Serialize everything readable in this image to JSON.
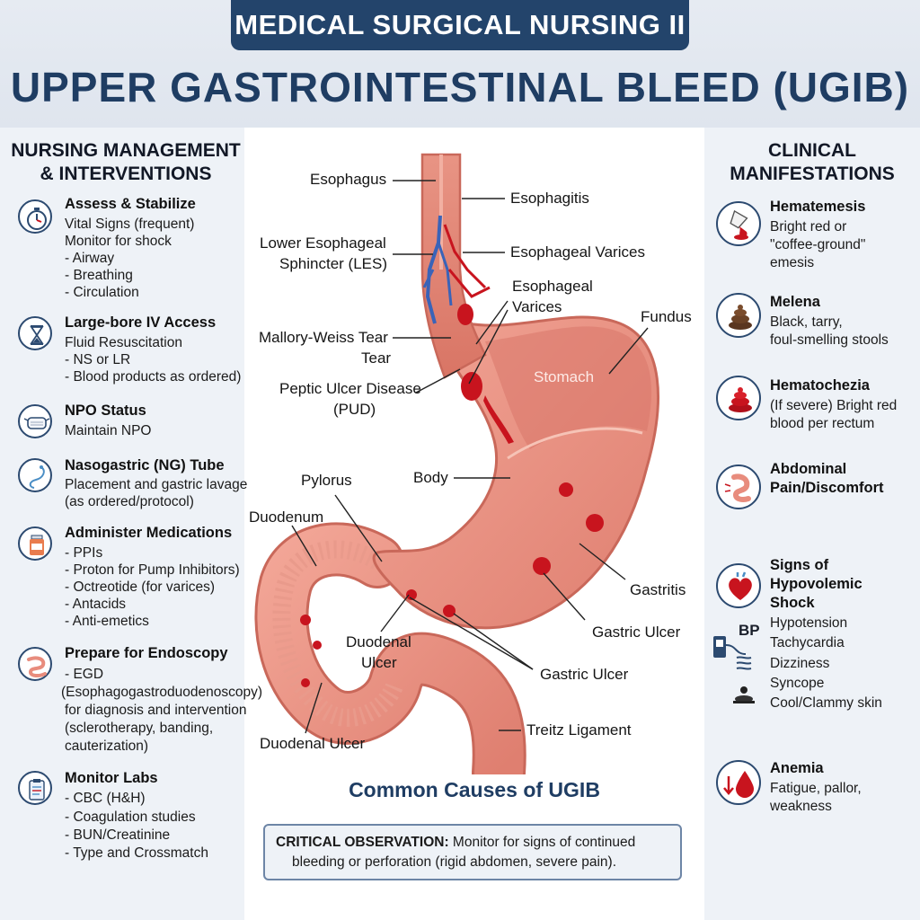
{
  "header": {
    "course": "MEDICAL SURGICAL NURSING II",
    "title": "UPPER GASTROINTESTINAL BLEED (UGIB)"
  },
  "left": {
    "heading_line1": "NURSING MANAGEMENT",
    "heading_line2": "& INTERVENTIONS",
    "items": [
      {
        "title": "Assess & Stabilize",
        "icon": "stopwatch-icon",
        "lines": [
          "Vital Signs (frequent)",
          "Monitor for shock",
          " - Airway",
          " - Breathing",
          " - Circulation"
        ]
      },
      {
        "title": "Large-bore IV Access",
        "icon": "hourglass-icon",
        "lines": [
          "Fluid Resuscitation",
          " - NS or LR",
          " - Blood products as ordered)"
        ]
      },
      {
        "title": "NPO Status",
        "icon": "mask-icon",
        "lines": [
          "Maintain NPO"
        ]
      },
      {
        "title": "Nasogastric (NG) Tube",
        "icon": "tube-icon",
        "lines": [
          "Placement and gastric lavage",
          "(as ordered/protocol)"
        ]
      },
      {
        "title": "Administer Medications",
        "icon": "medication-bottle-icon",
        "lines": [
          "- PPIs",
          "- Proton for Pump Inhibitors)",
          "- Octreotide (for varices)",
          "- Antacids",
          "- Anti-emetics"
        ]
      },
      {
        "title": "Prepare for Endoscopy",
        "icon": "intestine-icon",
        "lines": [
          "- EGD",
          "(Esophagogastroduodenoscopy)",
          "for diagnosis and intervention",
          "(sclerotherapy, banding,",
          "cauterization)"
        ]
      },
      {
        "title": "Monitor Labs",
        "icon": "clipboard-icon",
        "lines": [
          "- CBC (H&H)",
          "- Coagulation studies",
          "- BUN/Creatinine",
          "- Type and Crossmatch"
        ]
      }
    ]
  },
  "right": {
    "heading_line1": "CLINICAL",
    "heading_line2": "MANIFESTATIONS",
    "items": [
      {
        "title": [
          "Hematemesis"
        ],
        "icon": "vomit-cup-icon",
        "lines": [
          "Bright red or",
          "\"coffee-ground\"",
          "emesis"
        ]
      },
      {
        "title": [
          "Melena"
        ],
        "icon": "stool-icon",
        "lines": [
          "Black, tarry,",
          "foul-smelling stools"
        ]
      },
      {
        "title": [
          "Hematochezia"
        ],
        "icon": "red-stool-icon",
        "lines": [
          "(If severe) Bright red",
          "blood per rectum"
        ]
      },
      {
        "title": [
          "Abdominal",
          "Pain/Discomfort"
        ],
        "icon": "abdomen-icon",
        "lines": []
      },
      {
        "title": [
          "Signs of",
          "Hypovolemic",
          "Shock"
        ],
        "icon": "heart-icon",
        "lines": [
          "Hypotension",
          "Tachycardia",
          "Dizziness",
          "Syncope",
          "Cool/Clammy skin"
        ]
      },
      {
        "title": [
          "Anemia"
        ],
        "icon": "blood-drop-icon",
        "lines": [
          "Fatigue, pallor,",
          "weakness"
        ]
      }
    ],
    "bp_label": "BP"
  },
  "diagram": {
    "labels": {
      "esophagus": "Esophagus",
      "esophagitis": "Esophagitis",
      "les1": "Lower Esophageal",
      "les2": "Sphincter (LES)",
      "varices_a": "Esophageal Varices",
      "varices_b1": "Esophageal",
      "varices_b2": "Varices",
      "fundus": "Fundus",
      "mw1": "Mallory-Weiss Tear",
      "mw2": "Tear",
      "stomach": "Stomach",
      "pud1": "Peptic Ulcer Disease",
      "pud2": "(PUD)",
      "pylorus": "Pylorus",
      "body": "Body",
      "duodenum": "Duodenum",
      "gastritis": "Gastritis",
      "gastric_ulcer_a": "Gastric Ulcer",
      "duod_ulcer1": "Duodenal",
      "duod_ulcer2": "Ulcer",
      "gastric_ulcer_b": "Gastric Ulcer",
      "treitz": "Treitz Ligament",
      "duod_ulcer_c": "Duodenal Ulcer"
    },
    "causes_title": "Common Causes of UGIB",
    "critical_label": "CRITICAL OBSERVATION:",
    "critical_line1": "Monitor for signs of continued",
    "critical_line2": "bleeding or perforation (rigid abdomen, severe pain)."
  },
  "colors": {
    "navy": "#23446b",
    "title": "#1f3d63",
    "tissue": "#e88c7d",
    "blood": "#c8141e"
  }
}
